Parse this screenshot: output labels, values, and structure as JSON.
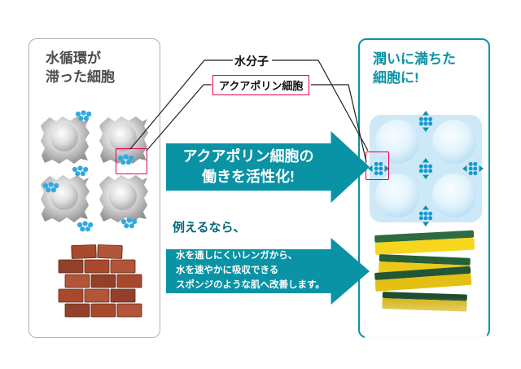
{
  "colors": {
    "teal": "#0a93a4",
    "pink": "#e4004e",
    "panel_border_gray": "#b0b0b0",
    "water_blue": "#2fa9e2"
  },
  "left_panel": {
    "title_line1": "水循環が",
    "title_line2": "滞った細胞"
  },
  "right_panel": {
    "title_line1": "潤いに満ちた",
    "title_line2": "細胞に!"
  },
  "labels": {
    "water_molecule": "水分子",
    "aquaporin_cell": "アクアポリン細胞"
  },
  "arrow_activate": {
    "line1": "アクアポリン細胞の",
    "line2": "働きを活性化!"
  },
  "analogy": {
    "lead": "例えるなら、",
    "line1": "水を通しにくいレンガから、",
    "line2": "水を速やかに吸収できる",
    "line3": "スポンジのような肌へ改善します。"
  }
}
